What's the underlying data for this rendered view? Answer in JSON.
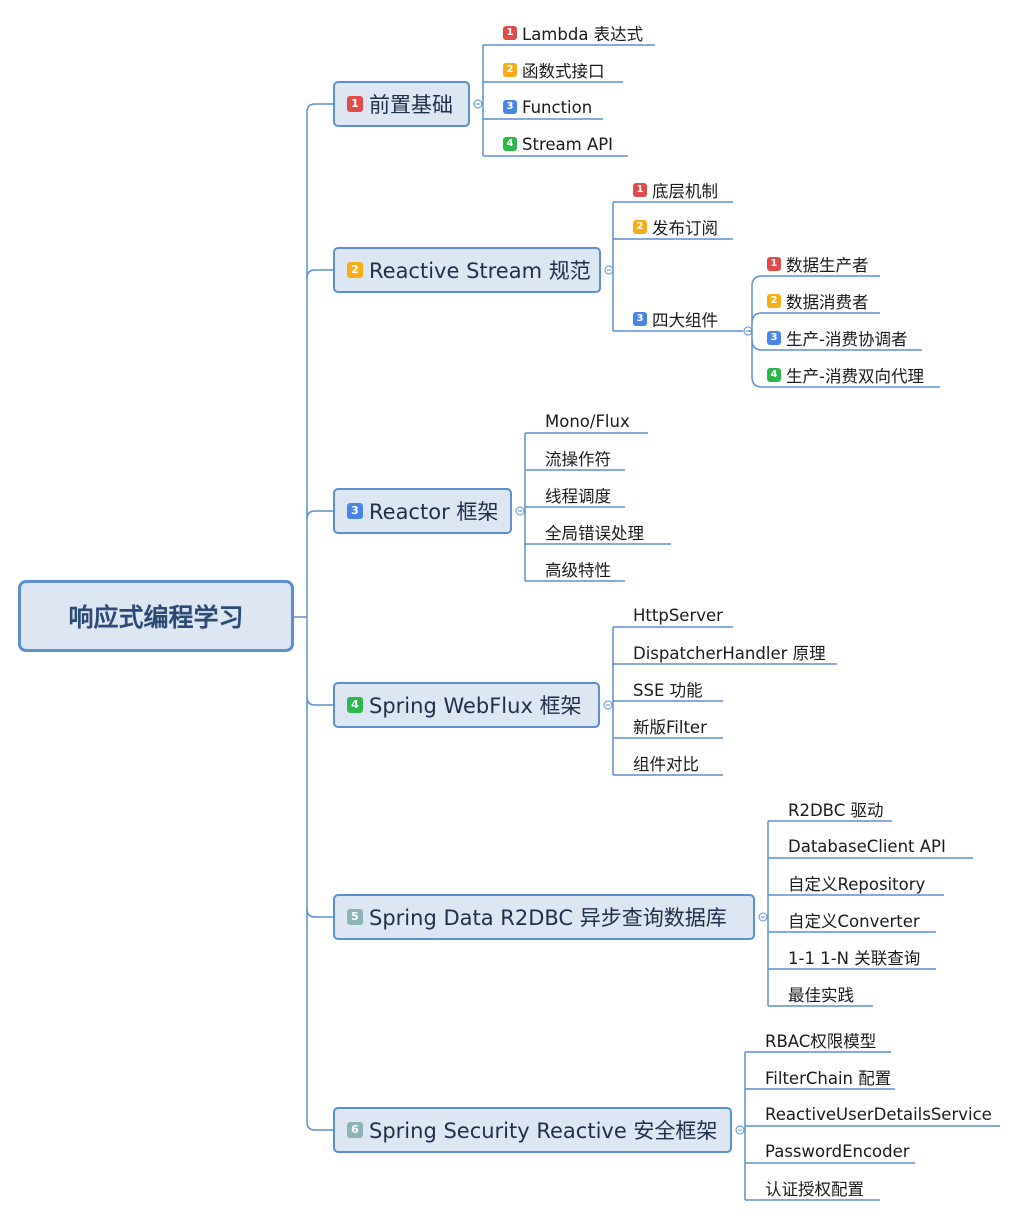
{
  "root": {
    "label": "响应式编程学习"
  },
  "badge_colors": {
    "1": "#e04b4b",
    "2": "#f5ae17",
    "3": "#4a86e8",
    "4": "#2cb84a",
    "5": "#8ab4b8",
    "6": "#8ab4b8"
  },
  "branches": [
    {
      "badge": "1",
      "label": "前置基础",
      "children": [
        {
          "badge": "1",
          "label": "Lambda 表达式"
        },
        {
          "badge": "2",
          "label": "函数式接口"
        },
        {
          "badge": "3",
          "label": "Function"
        },
        {
          "badge": "4",
          "label": "Stream API"
        }
      ]
    },
    {
      "badge": "2",
      "label": "Reactive Stream 规范",
      "children": [
        {
          "badge": "1",
          "label": "底层机制"
        },
        {
          "badge": "2",
          "label": "发布订阅"
        },
        {
          "badge": "3",
          "label": "四大组件",
          "children": [
            {
              "badge": "1",
              "label": "数据生产者"
            },
            {
              "badge": "2",
              "label": "数据消费者"
            },
            {
              "badge": "3",
              "label": "生产-消费协调者"
            },
            {
              "badge": "4",
              "label": "生产-消费双向代理"
            }
          ]
        }
      ]
    },
    {
      "badge": "3",
      "label": "Reactor 框架",
      "children": [
        {
          "label": "Mono/Flux"
        },
        {
          "label": "流操作符"
        },
        {
          "label": "线程调度"
        },
        {
          "label": "全局错误处理"
        },
        {
          "label": "高级特性"
        }
      ]
    },
    {
      "badge": "4",
      "label": "Spring WebFlux 框架",
      "children": [
        {
          "label": "HttpServer"
        },
        {
          "label": "DispatcherHandler 原理"
        },
        {
          "label": "SSE 功能"
        },
        {
          "label": "新版Filter"
        },
        {
          "label": "组件对比"
        }
      ]
    },
    {
      "badge": "5",
      "label": "Spring Data R2DBC  异步查询数据库",
      "children": [
        {
          "label": "R2DBC 驱动"
        },
        {
          "label": "DatabaseClient  API"
        },
        {
          "label": "自定义Repository"
        },
        {
          "label": "自定义Converter"
        },
        {
          "label": "1-1 1-N 关联查询"
        },
        {
          "label": "最佳实践"
        }
      ]
    },
    {
      "badge": "6",
      "label": "Spring Security Reactive 安全框架",
      "children": [
        {
          "label": "RBAC权限模型"
        },
        {
          "label": "FilterChain 配置"
        },
        {
          "label": "ReactiveUserDetailsService"
        },
        {
          "label": "PasswordEncoder"
        },
        {
          "label": "认证授权配置"
        }
      ]
    }
  ]
}
